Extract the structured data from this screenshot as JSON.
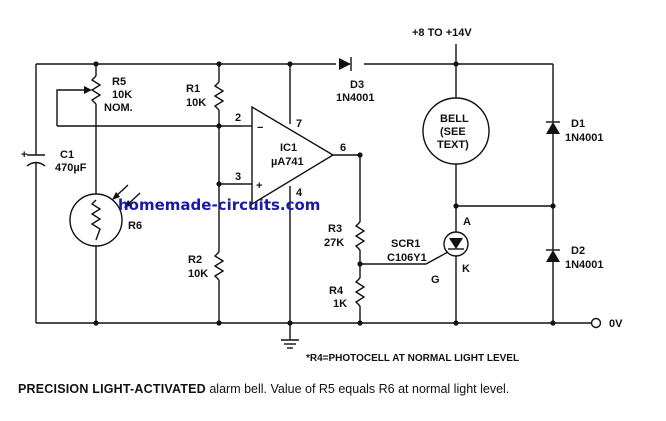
{
  "supply": {
    "label": "+8 TO +14V"
  },
  "ground_rail": {
    "label": "0V"
  },
  "components": {
    "c1": {
      "ref": "C1",
      "value": "470µF"
    },
    "r5": {
      "ref": "R5",
      "value": "10K",
      "note": "NOM."
    },
    "r6": {
      "ref": "R6"
    },
    "r1": {
      "ref": "R1",
      "value": "10K"
    },
    "r2": {
      "ref": "R2",
      "value": "10K"
    },
    "ic1": {
      "ref": "IC1",
      "value": "µA741",
      "pins": {
        "inv": "2",
        "noninv": "3",
        "v_plus": "7",
        "v_minus": "4",
        "out": "6"
      }
    },
    "d3": {
      "ref": "D3",
      "value": "1N4001"
    },
    "bell": {
      "line1": "BELL",
      "line2": "(SEE",
      "line3": "TEXT)"
    },
    "d1": {
      "ref": "D1",
      "value": "1N4001"
    },
    "d2": {
      "ref": "D2",
      "value": "1N4001"
    },
    "r3": {
      "ref": "R3",
      "value": "27K"
    },
    "r4": {
      "ref": "R4",
      "value": "1K"
    },
    "scr1": {
      "ref": "SCR1",
      "value": "C106Y1",
      "anode": "A",
      "cathode": "K",
      "gate": "G"
    }
  },
  "note": "*R4=PHOTOCELL AT NORMAL LIGHT LEVEL",
  "watermark": "homemade-circuits.com",
  "caption": {
    "lead": "PRECISION LIGHT-ACTIVATED",
    "text": " alarm bell. Value of R5 equals R6 at normal light level."
  }
}
